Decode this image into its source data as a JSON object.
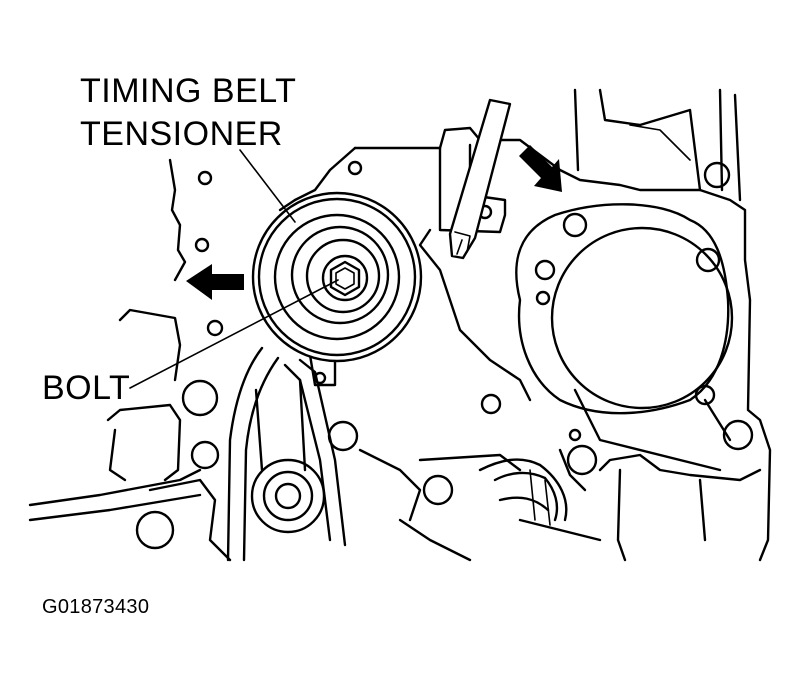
{
  "diagram": {
    "labels": {
      "tensioner_line1": "TIMING BELT",
      "tensioner_line2": "TENSIONER",
      "bolt": "BOLT",
      "figure_id": "G01873430"
    },
    "colors": {
      "ink": "#000000",
      "paper": "#ffffff"
    },
    "icons": [
      "arrow-left-icon",
      "arrow-down-right-icon",
      "screwdriver-icon"
    ]
  }
}
